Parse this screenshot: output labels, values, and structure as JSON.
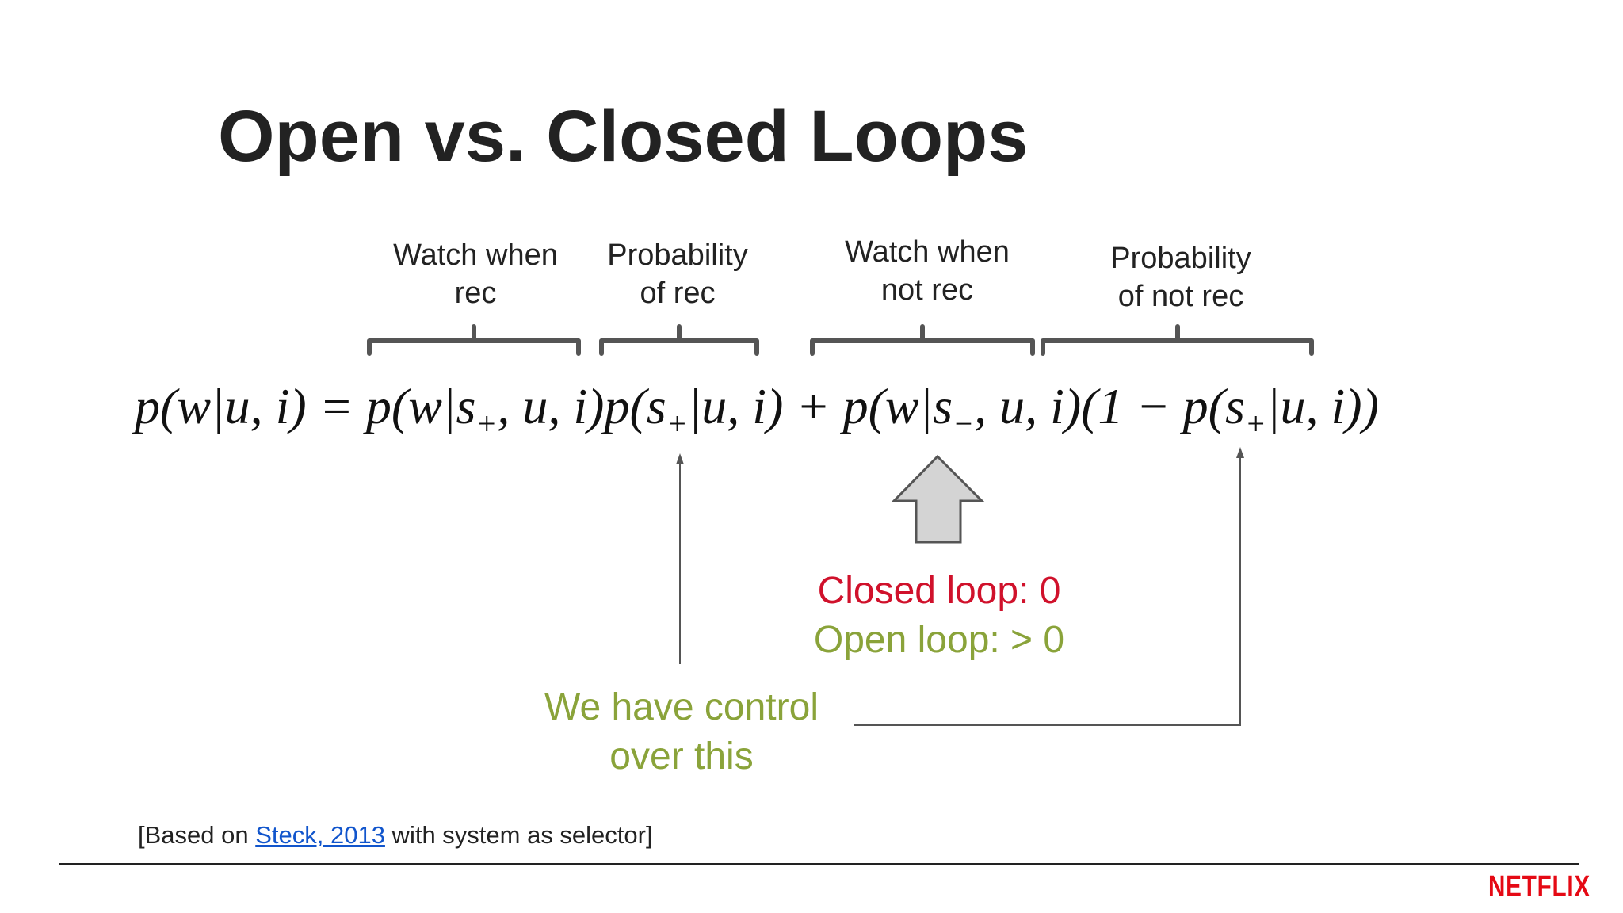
{
  "slide": {
    "title": "Open vs. Closed Loops",
    "labels": {
      "watch_when_rec": [
        "Watch when",
        "rec"
      ],
      "probability_of_rec": [
        "Probability",
        "of rec"
      ],
      "watch_when_not_rec": [
        "Watch when",
        "not rec"
      ],
      "probability_of_not_rec": [
        "Probability",
        "of not rec"
      ]
    },
    "equation": {
      "t1": "p(w|u, i) = p(w|s",
      "sub1": "+",
      "t2": ", u, i)p(s",
      "sub2": "+",
      "t3": "|u, i) + p(w|s",
      "sub3": "−",
      "t4": ", u, i)(1 − p(s",
      "sub4": "+",
      "t5": "|u, i))"
    },
    "closed_loop_text": "Closed loop: 0",
    "open_loop_text": "Open loop: > 0",
    "control_note": [
      "We have control",
      "over this"
    ],
    "citation": {
      "prefix": "[Based on ",
      "link_text": "Steck, 2013",
      "suffix": " with system as selector]"
    },
    "brand": "NETFLIX"
  },
  "colors": {
    "closed_loop": "#d0112b",
    "open_loop": "#8aa33a",
    "brand": "#e50914",
    "bracket": "#555555",
    "arrow_fill": "#d4d4d4"
  }
}
